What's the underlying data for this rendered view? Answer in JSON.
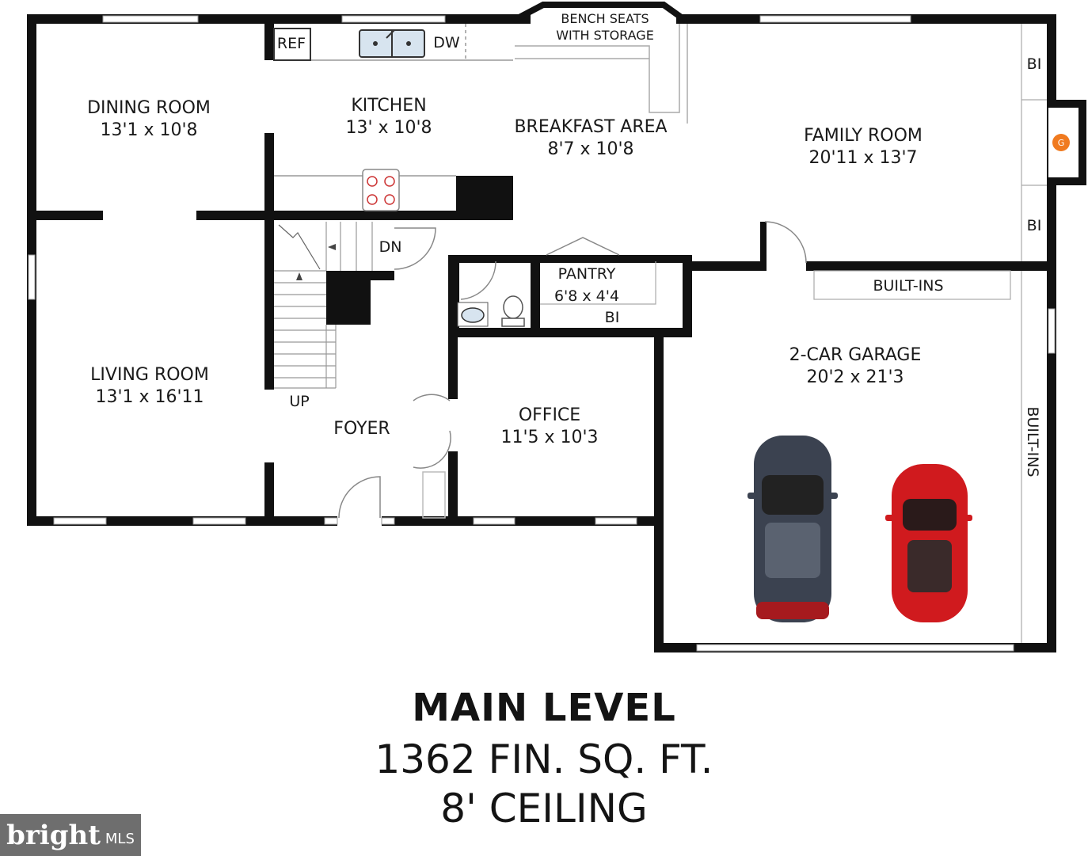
{
  "plan": {
    "rooms": {
      "dining": {
        "name": "DINING ROOM",
        "size": "13'1 x 10'8"
      },
      "kitchen": {
        "name": "KITCHEN",
        "size": "13' x 10'8"
      },
      "breakfast": {
        "name": "BREAKFAST AREA",
        "size": "8'7 x 10'8"
      },
      "family": {
        "name": "FAMILY ROOM",
        "size": "20'11 x 13'7"
      },
      "living": {
        "name": "LIVING ROOM",
        "size": "13'1 x 16'11"
      },
      "pantry": {
        "name": "PANTRY",
        "size": "6'8 x 4'4"
      },
      "office": {
        "name": "OFFICE",
        "size": "11'5 x 10'3"
      },
      "garage": {
        "name": "2-CAR GARAGE",
        "size": "20'2 x 21'3"
      },
      "foyer": {
        "name": "FOYER"
      }
    },
    "labels": {
      "ref": "REF",
      "dw": "DW",
      "bench_line1": "BENCH SEATS",
      "bench_line2": "WITH STORAGE",
      "bi": "BI",
      "built_ins": "BUILT-INS",
      "up": "UP",
      "dn": "DN",
      "fireplace_gas": "G"
    },
    "colors": {
      "wall": "#111111",
      "car_gray": "#3b4250",
      "car_red": "#d01a1e",
      "flame": "#f07a1f"
    }
  },
  "caption": {
    "title": "MAIN LEVEL",
    "sqft": "1362 FIN. SQ. FT.",
    "ceiling": "8' CEILING"
  },
  "watermark": {
    "brand": "bright",
    "mls": "MLS"
  }
}
